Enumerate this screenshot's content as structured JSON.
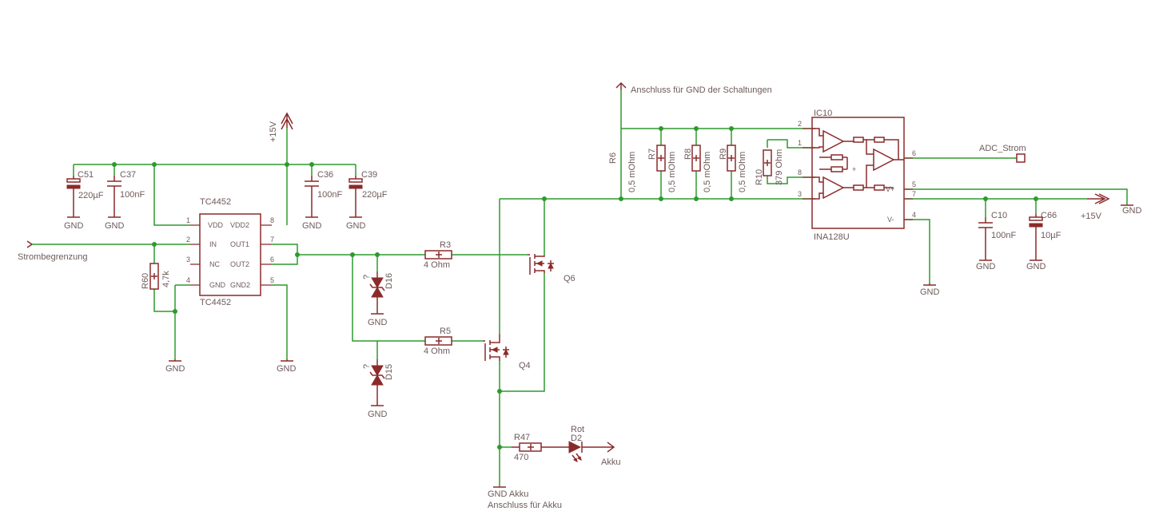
{
  "symbols": {
    "c51": {
      "name": "C51",
      "value": "220µF"
    },
    "c37": {
      "name": "C37",
      "value": "100nF"
    },
    "c36": {
      "name": "C36",
      "value": "100nF"
    },
    "c39": {
      "name": "C39",
      "value": "220µF"
    },
    "c10": {
      "name": "C10",
      "value": "100nF"
    },
    "c66": {
      "name": "C66",
      "value": "10µF"
    },
    "r3": {
      "name": "R3",
      "value": "4 Ohm"
    },
    "r5": {
      "name": "R5",
      "value": "4 Ohm"
    },
    "r6": {
      "name": "R6",
      "value": "0,5 mOhm"
    },
    "r7": {
      "name": "R7",
      "value": "0,5 mOhm"
    },
    "r8": {
      "name": "R8",
      "value": "0,5 mOhm"
    },
    "r9": {
      "name": "R9",
      "value": "0,5 mOhm"
    },
    "r10": {
      "name": "R10",
      "value": "379 Ohm"
    },
    "r47": {
      "name": "R47",
      "value": "470"
    },
    "r60": {
      "name": "R60",
      "value": "4,7k"
    },
    "d15": {
      "name": "D15",
      "mark": "?"
    },
    "d16": {
      "name": "D16",
      "mark": "?"
    },
    "d2": {
      "name": "D2",
      "value": "Rot"
    },
    "q4": {
      "name": "Q4"
    },
    "q6": {
      "name": "Q6"
    },
    "tc4452": {
      "name": "TC4452",
      "value": "TC4452",
      "pins": {
        "vdd": "VDD",
        "vdd2": "VDD2",
        "in": "IN",
        "out1": "OUT1",
        "nc": "NC",
        "out2": "OUT2",
        "gnd": "GND",
        "gnd2": "GND2"
      },
      "numbers": [
        "1",
        "8",
        "2",
        "7",
        "3",
        "6",
        "4",
        "5"
      ]
    },
    "ic10": {
      "name": "IC10",
      "value": "INA128U",
      "pins": {
        "vplus": "V+",
        "vminus": "V-"
      },
      "numbers": [
        "2",
        "1",
        "8",
        "3",
        "6",
        "5",
        "7",
        "4"
      ]
    }
  },
  "supplies": {
    "gnd": "GND",
    "p15v_top": "+15V",
    "p15v_right": "+15V",
    "gnd_akku": "GND Akku"
  },
  "net_labels": {
    "anschluss_gnd": "Anschluss für GND der Schaltungen",
    "strombegrenzung": "Strombegrenzung",
    "adc_strom": "ADC_Strom",
    "akku": "Akku",
    "anschluss_akku": "Anschluss für Akku"
  }
}
